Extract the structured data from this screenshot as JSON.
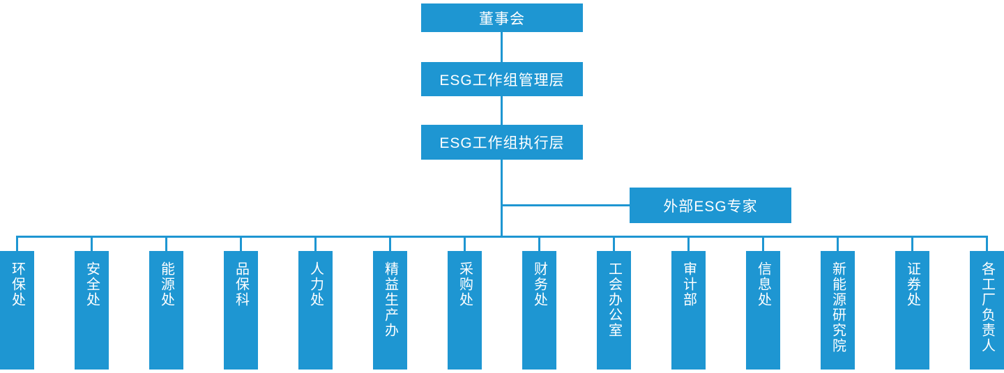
{
  "diagram": {
    "type": "org-chart",
    "language": "zh-CN"
  },
  "colors": {
    "node_fill": "#1E96D2",
    "node_text": "#FFFFFF",
    "connector": "#1E96D2",
    "background": "#FFFFFF"
  },
  "nodes": {
    "board": "董事会",
    "management": "ESG工作组管理层",
    "execution": "ESG工作组执行层",
    "external_expert": "外部ESG专家"
  },
  "departments": [
    {
      "label": "环保处"
    },
    {
      "label": "安全处"
    },
    {
      "label": "能源处"
    },
    {
      "label": "品保科"
    },
    {
      "label": "人力处"
    },
    {
      "label": "精益生产办"
    },
    {
      "label": "采购处"
    },
    {
      "label": "财务处"
    },
    {
      "label": "工会办公室"
    },
    {
      "label": "审计部"
    },
    {
      "label": "信息处"
    },
    {
      "label": "新能源研究院"
    },
    {
      "label": "证券处"
    },
    {
      "label": "各工厂负责人"
    }
  ],
  "hierarchy": {
    "edges": [
      [
        "董事会",
        "ESG工作组管理层"
      ],
      [
        "ESG工作组管理层",
        "ESG工作组执行层"
      ],
      [
        "ESG工作组执行层",
        "外部ESG专家"
      ],
      [
        "ESG工作组执行层",
        "环保处"
      ],
      [
        "ESG工作组执行层",
        "安全处"
      ],
      [
        "ESG工作组执行层",
        "能源处"
      ],
      [
        "ESG工作组执行层",
        "品保科"
      ],
      [
        "ESG工作组执行层",
        "人力处"
      ],
      [
        "ESG工作组执行层",
        "精益生产办"
      ],
      [
        "ESG工作组执行层",
        "采购处"
      ],
      [
        "ESG工作组执行层",
        "财务处"
      ],
      [
        "ESG工作组执行层",
        "工会办公室"
      ],
      [
        "ESG工作组执行层",
        "审计部"
      ],
      [
        "ESG工作组执行层",
        "信息处"
      ],
      [
        "ESG工作组执行层",
        "新能源研究院"
      ],
      [
        "ESG工作组执行层",
        "证券处"
      ],
      [
        "ESG工作组执行层",
        "各工厂负责人"
      ]
    ]
  }
}
